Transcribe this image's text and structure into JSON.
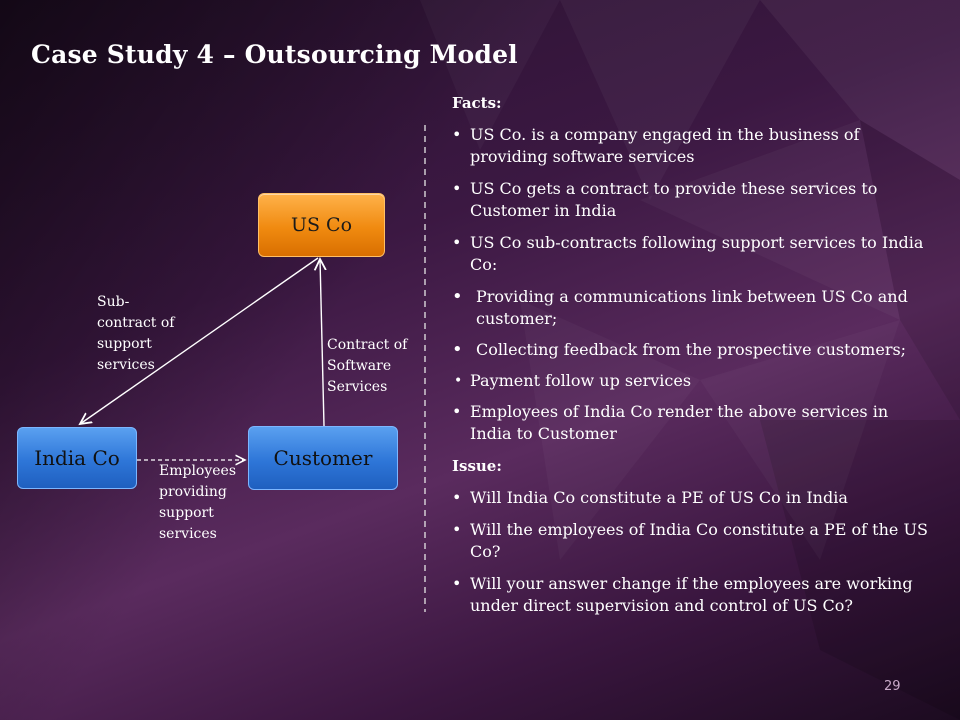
{
  "slide": {
    "title": "Case Study 4 – Outsourcing Model",
    "page_number": "29"
  },
  "diagram": {
    "us_co": "US Co",
    "india_co": "India Co",
    "customer": "Customer",
    "subcontract_label": "Sub-\ncontract of\nsupport\nservices",
    "contract_label": "Contract of\nSoftware\nServices",
    "employees_label": "Employees\nproviding\nsupport\nservices"
  },
  "facts": {
    "heading": "Facts:",
    "items": [
      "US Co. is a company engaged in the business of providing software services",
      "US Co gets a contract to provide these services to Customer in India",
      "US Co sub-contracts following support services to India Co:",
      "Employees of India Co render the above services in India to Customer"
    ],
    "subitems": [
      "Providing a communications link between US Co and customer;",
      "Collecting feedback from the prospective customers;",
      "Payment follow up services"
    ]
  },
  "issue": {
    "heading": "Issue:",
    "items": [
      "Will India Co constitute a PE of US Co in India",
      "Will the employees of India Co constitute a PE of the US Co?",
      "Will your answer change if the employees are working under direct supervision and control of US Co?"
    ]
  },
  "colors": {
    "us_co_box": "#f08a10",
    "blue_box": "#2e76d8",
    "background": "#3b1842"
  }
}
